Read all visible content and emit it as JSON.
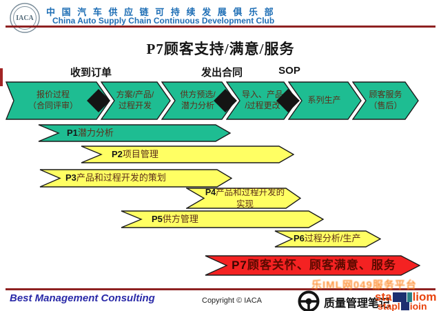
{
  "colors": {
    "green": "#1ebd92",
    "yellow": "#ffff63",
    "red": "#f42222"
  },
  "header": {
    "logo_text": "IACA",
    "club_cn": "中 国 汽 车 供 应 链 可 持 续 发 展 俱 乐 部",
    "club_en": "China Auto Supply Chain Continuous Development Club"
  },
  "title": "P7顾客支持/满意/服务",
  "milestones": [
    {
      "label": "收到订单"
    },
    {
      "label": "发出合同"
    },
    {
      "label": "SOP"
    }
  ],
  "process_arrows": [
    {
      "label": "报价过程\n（合同评审）"
    },
    {
      "label": "方案/产品/\n过程开发"
    },
    {
      "label": "供方预选/\n潜力分析"
    },
    {
      "label": "导入、产品\n/过程更改"
    },
    {
      "label": "系列生产"
    },
    {
      "label": "顾客服务\n（售后）"
    }
  ],
  "p_arrows": [
    {
      "prefix": "P1",
      "label": "潜力分析"
    },
    {
      "prefix": "P2",
      "label": "项目管理"
    },
    {
      "prefix": "P3",
      "label": "产品和过程开发的策划"
    },
    {
      "prefix": "P4",
      "label": "产品和过程开发的\n实现"
    },
    {
      "prefix": "P5",
      "label": "供方管理"
    },
    {
      "prefix": "P6",
      "label": "过程分析/生产"
    },
    {
      "prefix": "P7",
      "label": "顾客关怀、顾客满意、服务"
    }
  ],
  "footer": {
    "company": "Best Management Consulting",
    "copyright": "Copyright © IACA",
    "brand": "质量管理笔记",
    "watermark_top": "乐IML网049服务平台",
    "wm_red_1a": "sta",
    "wm_red_1b": "liom",
    "wm_red_2a": "stapl",
    "wm_red_2b": "ioin"
  }
}
